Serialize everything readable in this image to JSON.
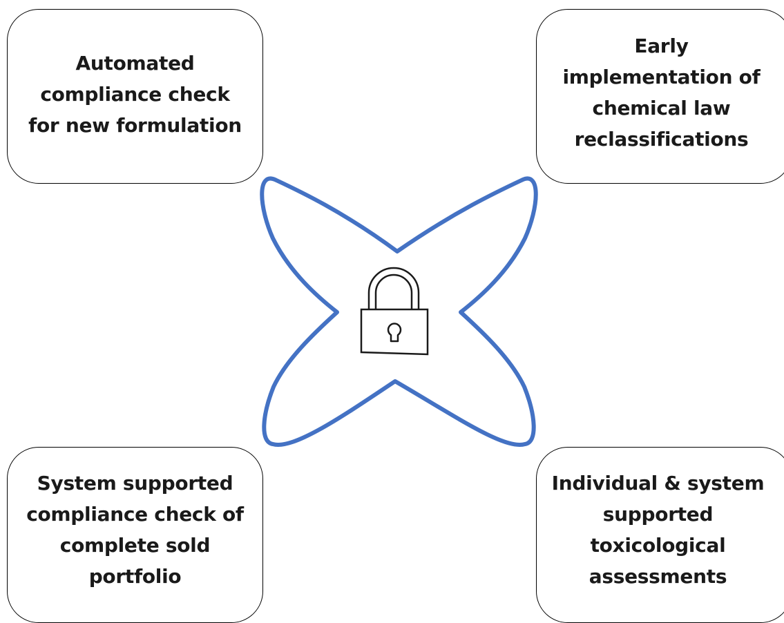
{
  "boxes": {
    "top_left": "Automated\ncompliance check\nfor new formulation",
    "top_right": "Early\nimplementation of\nchemical law\nreclassifications",
    "bottom_left": "System supported\ncompliance check of\ncomplete sold\nportfolio",
    "bottom_right": "Individual & system\nsupported\ntoxicological\nassessments"
  },
  "center": {
    "shape": "four-petal-x",
    "icon": "padlock-icon"
  },
  "colors": {
    "petal_stroke": "#4472C4",
    "box_border": "#000000",
    "text": "#1a1a1a",
    "icon_stroke": "#1a1a1a"
  }
}
